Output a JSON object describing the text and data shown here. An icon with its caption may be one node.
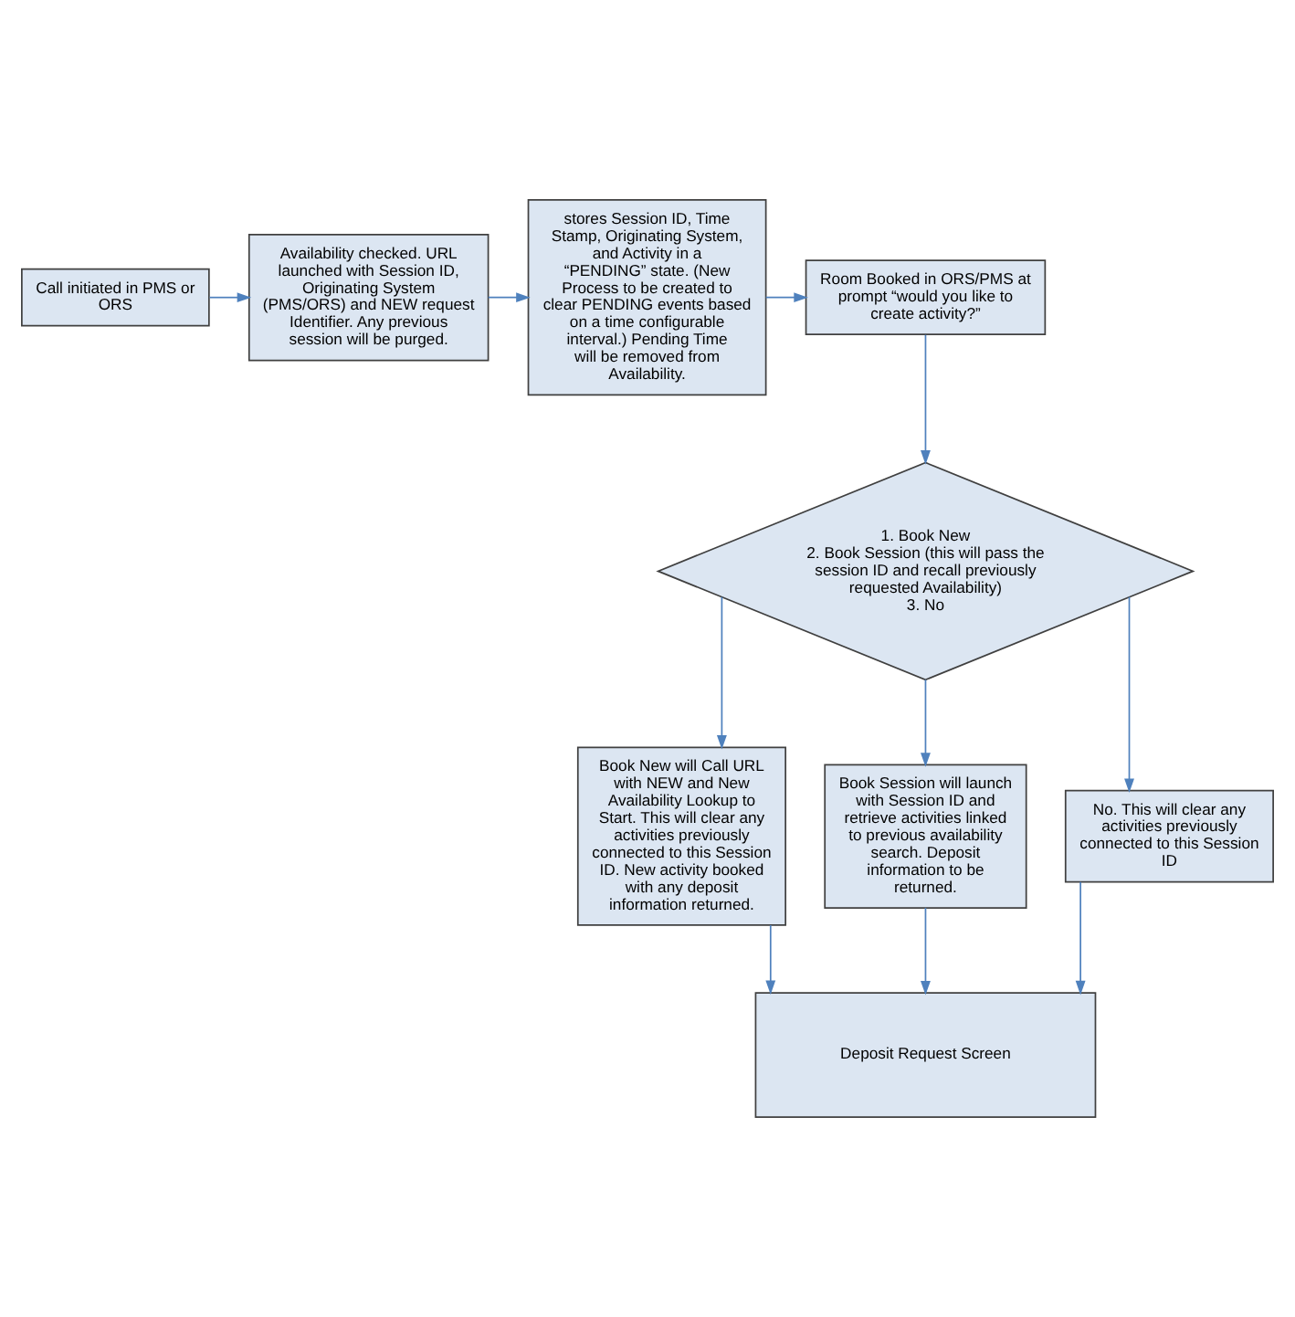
{
  "diagram": {
    "nodes": [
      {
        "text": [
          "Call initiated in PMS or ORS"
        ]
      },
      {
        "text": [
          "Availability checked. URL launched with Session ID, Originating System (PMS/ORS) and NEW request Identifier. Any previous session will be purged."
        ]
      },
      {
        "text": [
          "stores Session ID, Time Stamp, Originating System, and Activity in a “PENDING” state. (New Process to be created to clear PENDING events based on a time configurable interval.) Pending Time will be removed from Availability."
        ]
      },
      {
        "text": [
          "Room Booked in ORS/PMS at prompt “would you like to create activity?”"
        ]
      },
      {
        "text": [
          "1. Book New",
          "2. Book Session (this will pass the session ID and recall previously requested Availability)",
          "3. No"
        ]
      },
      {
        "text": [
          "Book New will Call URL with NEW and New Availability Lookup to Start. This will clear any activities previously connected to this Session ID. New activity booked with any deposit information returned."
        ]
      },
      {
        "text": [
          "Book Session will launch with Session ID and retrieve activities linked to previous availability search. Deposit information to be returned."
        ]
      },
      {
        "text": [
          "No. This will clear any activities previously connected to this Session ID"
        ]
      },
      {
        "text": [
          "Deposit Request Screen"
        ]
      }
    ],
    "edges": [
      {
        "from": 0,
        "to": 1,
        "arrow": "to"
      },
      {
        "from": 1,
        "to": 2,
        "arrow": "to"
      },
      {
        "from": 2,
        "to": 3,
        "arrow": "to"
      },
      {
        "from": 3,
        "to": 4,
        "arrow": "to"
      },
      {
        "from": 4,
        "to": 5,
        "arrow": "to"
      },
      {
        "from": 4,
        "to": 6,
        "arrow": "to"
      },
      {
        "from": 4,
        "to": 7,
        "arrow": "to"
      },
      {
        "from": 5,
        "to": 8,
        "arrow": "to"
      },
      {
        "from": 6,
        "to": 8,
        "arrow": "to"
      },
      {
        "from": 7,
        "to": 8,
        "arrow": "to"
      }
    ]
  }
}
